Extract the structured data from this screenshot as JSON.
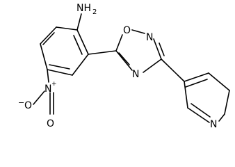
{
  "molecule": {
    "amine_label": "NH",
    "amine_subscript": "2",
    "oxadiazole_o_label": "O",
    "oxadiazole_n_upper_label": "N",
    "oxadiazole_n_lower_label": "N",
    "pyridine_n_label": "N",
    "nitro_n_label": "N",
    "nitro_n_charge": "+",
    "nitro_o_single_label": "O",
    "nitro_o_single_charge": "−",
    "nitro_o_double_label": "O"
  }
}
